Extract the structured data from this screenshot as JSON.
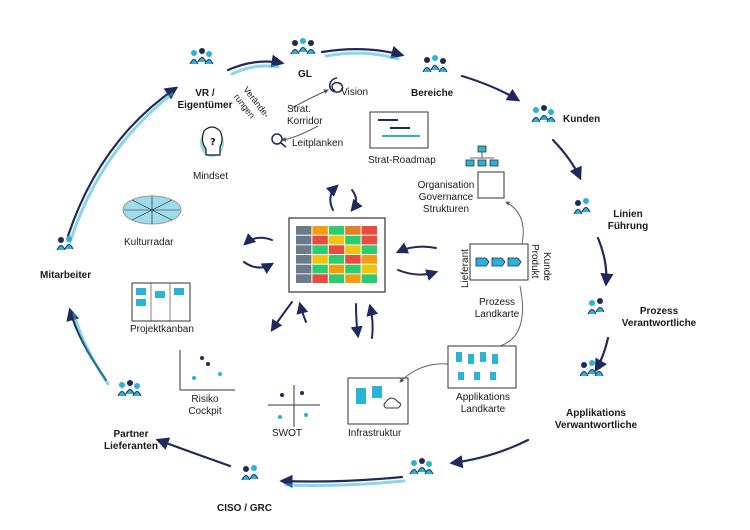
{
  "colors": {
    "accent": "#2bb3d6",
    "navy": "#1f2a5c",
    "ink": "#1a1a1a"
  },
  "stakeholders": {
    "vr": [
      "VR /",
      "Eigentümer"
    ],
    "gl": "GL",
    "bereiche": "Bereiche",
    "kunden": "Kunden",
    "linien": [
      "Linien",
      "Führung"
    ],
    "prozess": [
      "Prozess",
      "Verantwortliche"
    ],
    "applikations": [
      "Applikations",
      "Verwantwortliche"
    ],
    "ciso": "CISO / GRC",
    "partner": [
      "Partner",
      "Lieferanten"
    ],
    "mitarbeiter": "Mitarbeiter"
  },
  "strategy": {
    "veraenderungen": [
      "Verände-",
      "rungen"
    ],
    "vision": "Vision",
    "strat_korridor": [
      "Strat.",
      "Korridor"
    ],
    "leitplanken": "Leitplanken",
    "strat_roadmap": "Strat-Roadmap"
  },
  "tools": {
    "mindset": "Mindset",
    "kulturradar": "Kulturradar",
    "projektkanban": "Projektkanban",
    "risiko_cockpit": [
      "Risiko",
      "Cockpit"
    ],
    "swot": "SWOT",
    "infrastruktur": "Infrastruktur",
    "applikations_landkarte": [
      "Applikations",
      "Landkarte"
    ],
    "prozess_landkarte": [
      "Prozess",
      "Landkarte"
    ],
    "lieferant": "Lieferant",
    "produkt": "Produkt",
    "kunde": "Kunde",
    "organisation": [
      "Organisation",
      "Governance",
      "Strukturen"
    ]
  },
  "center": {
    "matrix_rows": 6,
    "matrix_cols": 5,
    "cells": [
      [
        "#e74c3c",
        "#f39c12",
        "#2ecc71",
        "#e67e22",
        "#e74c3c"
      ],
      [
        "#2ecc71",
        "#e74c3c",
        "#f1c40f",
        "#2ecc71",
        "#e74c3c"
      ],
      [
        "#f39c12",
        "#2ecc71",
        "#e74c3c",
        "#f1c40f",
        "#2ecc71"
      ],
      [
        "#2ecc71",
        "#f1c40f",
        "#2ecc71",
        "#e74c3c",
        "#f39c12"
      ],
      [
        "#e74c3c",
        "#2ecc71",
        "#f39c12",
        "#2ecc71",
        "#f1c40f"
      ],
      [
        "#f1c40f",
        "#e74c3c",
        "#2ecc71",
        "#f39c12",
        "#2ecc71"
      ]
    ]
  }
}
